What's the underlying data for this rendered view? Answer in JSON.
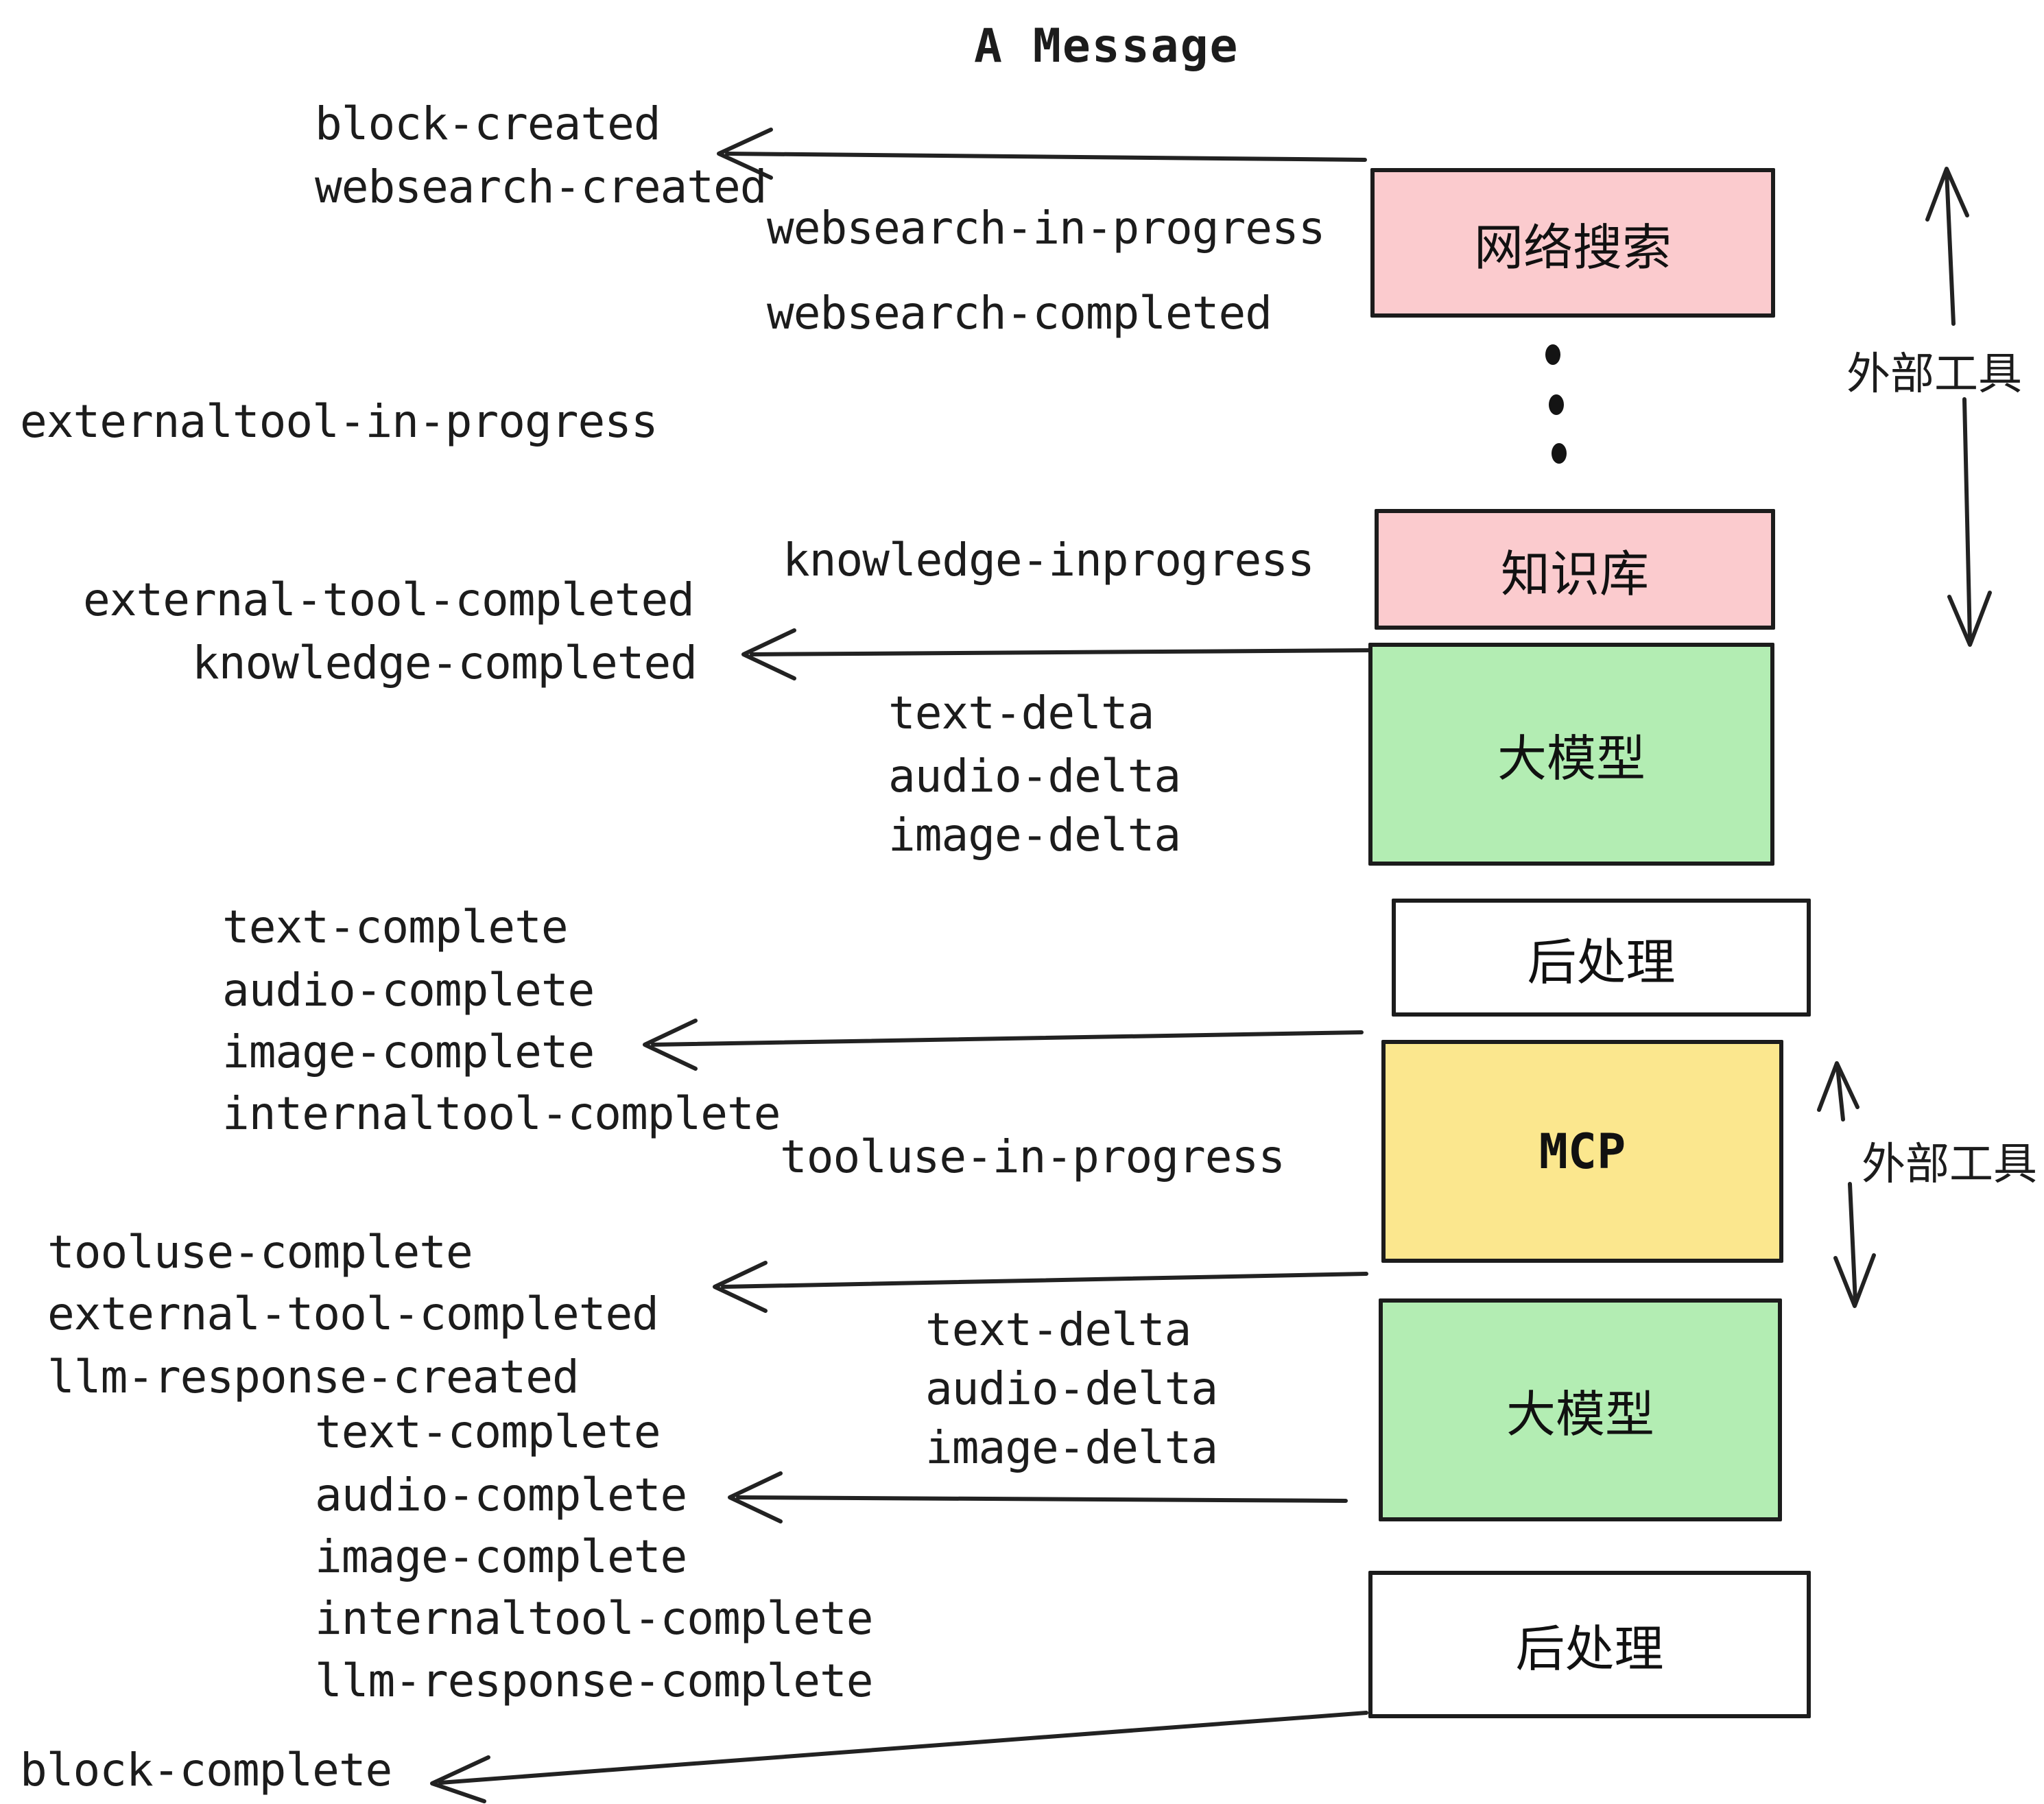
{
  "title": "A Message",
  "colors": {
    "pink": "#fbcbce",
    "green": "#b3edb3",
    "yellow": "#fbe78e",
    "white": "#ffffff",
    "ink": "#1c1c1c",
    "bg": "#ffffff"
  },
  "events": {
    "block_created": "block-created",
    "websearch_created": "websearch-created",
    "websearch_in_progress": "websearch-in-progress",
    "websearch_completed": "websearch-completed",
    "externaltool_in_progress": "externaltool-in-progress",
    "knowledge_inprogress": "knowledge-inprogress",
    "external_tool_completed": "external-tool-completed",
    "knowledge_completed": "knowledge-completed",
    "text_delta": "text-delta",
    "audio_delta": "audio-delta",
    "image_delta": "image-delta",
    "text_complete": "text-complete",
    "audio_complete": "audio-complete",
    "image_complete": "image-complete",
    "internaltool_complete": "internaltool-complete",
    "tooluse_in_progress": "tooluse-in-progress",
    "tooluse_complete": "tooluse-complete",
    "llm_response_created": "llm-response-created",
    "llm_response_complete": "llm-response-complete",
    "block_complete": "block-complete"
  },
  "boxes": {
    "websearch": "网络搜索",
    "knowledge": "知识库",
    "llm": "大模型",
    "postprocess": "后处理",
    "mcp": "MCP"
  },
  "side_labels": {
    "external_tools": "外部工具"
  }
}
